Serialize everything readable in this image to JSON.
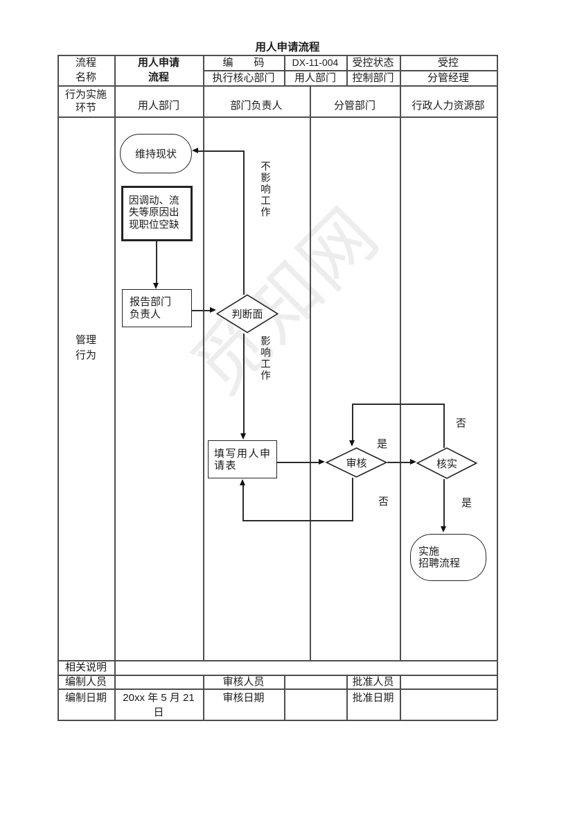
{
  "title": "用人申请流程",
  "watermark": "觅知网",
  "header": {
    "name_label": "流程\n名称",
    "name_value": "用人申请\n流程",
    "code_label": "编　　码",
    "code_value": "DX-11-004",
    "status_label": "受控状态",
    "status_value": "受控",
    "exec_dept_label": "执行核心部门",
    "exec_dept_value": "用人部门",
    "control_dept_label": "控制部门",
    "control_dept_value": "分管经理"
  },
  "lane_header": {
    "label": "行为实施\n环节",
    "lanes": [
      "用人部门",
      "部门负责人",
      "分管部门",
      "行政人力资源部"
    ]
  },
  "flow": {
    "row_label": "管理\n行为",
    "maintain": "维持现状",
    "vacancy": "因调动、流\n失等原因出\n现职位空缺",
    "report": "报告部门\n负责人",
    "judge": "判断面",
    "label_no_affect": "不影响工作",
    "label_affect": "影响工作",
    "fill_form": "填写用人申\n请表",
    "review": "审核",
    "verify": "核实",
    "implement": "实施\n招聘流程",
    "yes_review": "是",
    "no_review": "否",
    "yes_verify": "是",
    "no_verify": "否"
  },
  "footer": {
    "notes_label": "相关说明",
    "prepared_by_label": "编制人员",
    "reviewed_by_label": "审核人员",
    "approved_by_label": "批准人员",
    "prepared_date_label": "编制日期",
    "prepared_date_value": "20xx 年 5 月 21\n日",
    "reviewed_date_label": "审核日期",
    "approved_date_label": "批准日期"
  },
  "colors": {
    "table_line": "#4d4d4d",
    "shape_line": "#222222",
    "text": "#1a1a1a",
    "watermark": "#ebebeb"
  }
}
